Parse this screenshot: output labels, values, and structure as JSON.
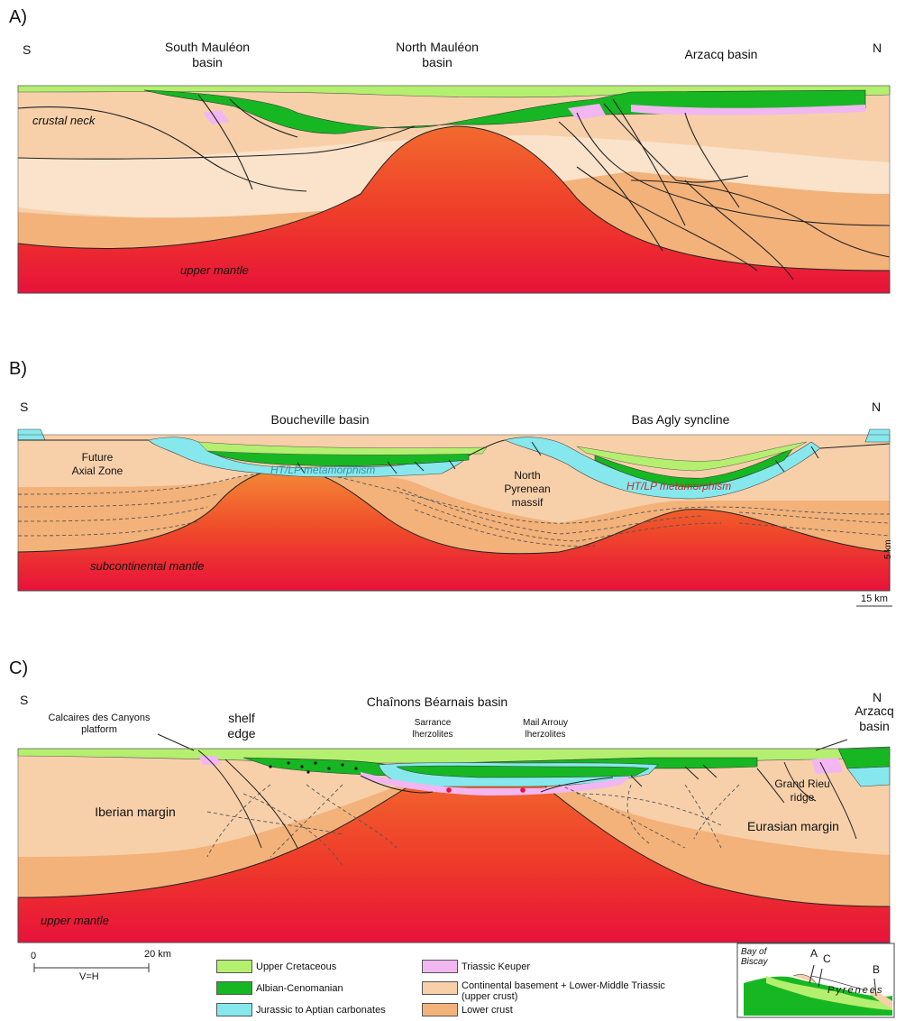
{
  "panels": [
    {
      "letter": "A)",
      "south": "S",
      "north": "N",
      "basins": [
        "South Mauléon\nbasin",
        "North Mauléon\nbasin",
        "Arzacq basin"
      ],
      "labels": [
        "crustal neck",
        "upper mantle"
      ]
    },
    {
      "letter": "B)",
      "south": "S",
      "north": "N",
      "basins": [
        "Boucheville basin",
        "Bas Agly syncline"
      ],
      "labels": [
        "Future\nAxial Zone",
        "HT/LP metamorphism",
        "North Pyrenean\nmassif",
        "HT/LP metamorphism",
        "subcontinental mantle"
      ],
      "scale_vertical": "5 km",
      "scale_horizontal": "15 km"
    },
    {
      "letter": "C)",
      "south": "S",
      "north": "N",
      "basins": [
        "Chaînons Béarnais basin",
        "Arzacq\nbasin"
      ],
      "labels": [
        "Calcaires des Canyons\nplatform",
        "shelf\nedge",
        "Sarrance\nlherzolites",
        "Mail Arrouy\nlherzolites",
        "Grand Rieu\nridge",
        "Iberian margin",
        "Eurasian margin",
        "upper mantle"
      ]
    }
  ],
  "scale_bar": {
    "zero": "0",
    "distance": "20 km",
    "ratio": "V=H"
  },
  "legend": [
    {
      "label": "Upper Cretaceous",
      "color": "#b5ef6f"
    },
    {
      "label": "Albian-Cenomanian",
      "color": "#16b722"
    },
    {
      "label": "Jurassic to Aptian carbonates",
      "color": "#86e8ec"
    },
    {
      "label": "Triassic Keuper",
      "color": "#f2b7f0"
    },
    {
      "label": "Continental basement + Lower-Middle Triassic\n(upper crust)",
      "color": "#f7d0aa"
    },
    {
      "label": "Lower crust",
      "color": "#f3b27a"
    }
  ],
  "inset_map": {
    "labels": [
      "Bay of\nBiscay",
      "A",
      "C",
      "B",
      "Pyrenees"
    ]
  }
}
